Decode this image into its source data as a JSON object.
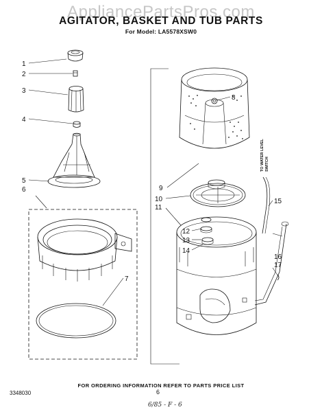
{
  "watermark": "AppliancePartsPros.com",
  "title": "AGITATOR, BASKET AND TUB PARTS",
  "model_line": "For Model: LA5578XSW0",
  "side_label_line1": "TO WATER LEVEL",
  "side_label_line2": "SWITCH",
  "callouts": [
    "1",
    "2",
    "3",
    "4",
    "5",
    "6",
    "7",
    "8",
    "9",
    "10",
    "11",
    "12",
    "13",
    "14",
    "15",
    "16",
    "17"
  ],
  "footer": "FOR ORDERING INFORMATION REFER TO PARTS PRICE LIST",
  "doc_number": "3348030",
  "page_number": "6",
  "handwritten_note": "6/85 - F - 6"
}
